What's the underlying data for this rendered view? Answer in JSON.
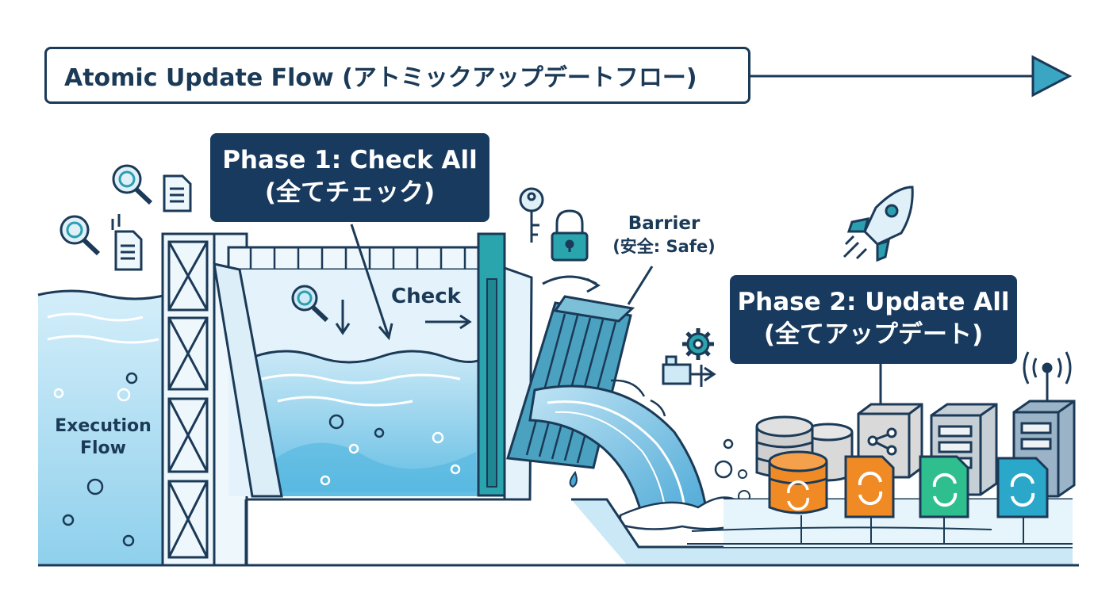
{
  "title": "Atomic Update Flow (アトミックアップデートフロー)",
  "phase1": {
    "line1": "Phase 1: Check All",
    "line2": "(全てチェック)"
  },
  "phase2": {
    "line1": "Phase 2: Update All",
    "line2": "(全てアップデート)"
  },
  "barrier": {
    "line1": "Barrier",
    "line2": "(安全: Safe)"
  },
  "check_label": "Check",
  "execution_flow": {
    "line1": "Execution",
    "line2": "Flow"
  },
  "icons": [
    "magnifier-icon",
    "document-icon",
    "key-icon",
    "padlock-icon",
    "rocket-icon",
    "gear-icon",
    "wireless-icon",
    "database-icon",
    "server-icon",
    "sync-icon"
  ],
  "colors": {
    "navy": "#173a5e",
    "outline": "#1b3a57",
    "water": "#a9d8ef",
    "teal": "#2a9fb0",
    "orange": "#f08a24",
    "green": "#2fbf8f",
    "cyan": "#2aa7c9"
  }
}
